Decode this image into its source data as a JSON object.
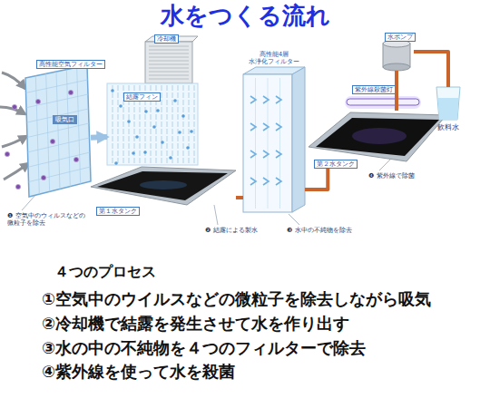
{
  "diagram": {
    "title": "水をつくる流れ",
    "nodes": [
      {
        "text": [
          "高性能空気フィルター",
          "吸気口"
        ]
      },
      {
        "text": [
          "冷却機",
          "結露フィン"
        ]
      },
      {
        "text": [
          "第１水タンク"
        ]
      },
      {
        "text": [
          "高性能4層 水浄化フィルター"
        ]
      },
      {
        "text": [
          "水ポンプ"
        ]
      },
      {
        "text": [
          "紫外線殺菌灯"
        ]
      },
      {
        "text": [
          "第２水タンク"
        ]
      },
      {
        "text": [
          "飲料水"
        ]
      }
    ],
    "edges": [
      {
        "from": 0,
        "to": 1,
        "arrow": "to"
      },
      {
        "from": 2,
        "to": 3,
        "arrow": "none"
      },
      {
        "from": 3,
        "to": 6,
        "arrow": "none"
      },
      {
        "from": 6,
        "to": 4,
        "arrow": "none"
      },
      {
        "from": 4,
        "to": 7,
        "arrow": "none"
      }
    ],
    "labels": [
      "❶ 空気中のウィルスなどの 微粒子を除去",
      "❷ 結露による製水",
      "❸ 水中の不純物を除去",
      "❹ 紫外線で除菌",
      "４つのプロセス",
      "①空気中のウイルスなどの微粒子を除去しながら吸気",
      "②冷却機で結露を発生させて水を作り出す",
      "③水の中の不純物を４つのフィルターで除去",
      "④紫外線を使って水を殺菌"
    ]
  }
}
